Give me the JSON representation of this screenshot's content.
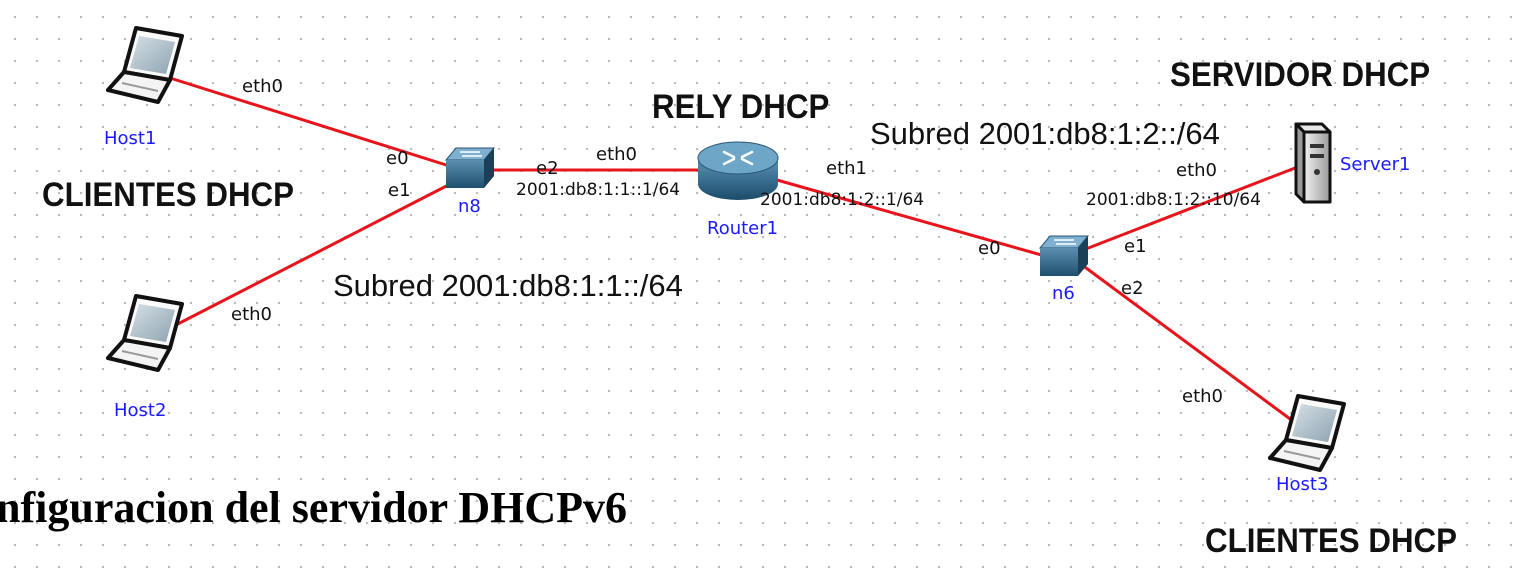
{
  "labels": {
    "clientes_left": "CLIENTES DHCP",
    "rely": "RELY DHCP",
    "servidor": "SERVIDOR DHCP",
    "clientes_right": "CLIENTES DHCP",
    "subnet1": "Subred 2001:db8:1:1::/64",
    "subnet2": "Subred 2001:db8:1:2::/64",
    "title": "nfiguracion del servidor DHCPv6"
  },
  "nodes": {
    "host1": "Host1",
    "host2": "Host2",
    "host3": "Host3",
    "n8": "n8",
    "n6": "n6",
    "router1": "Router1",
    "server1": "Server1"
  },
  "interfaces": {
    "host1_eth0": "eth0",
    "host2_eth0": "eth0",
    "host3_eth0": "eth0",
    "n8_e0": "e0",
    "n8_e1": "e1",
    "n8_e2": "e2",
    "router_eth0": "eth0",
    "router_eth1": "eth1",
    "n6_e0": "e0",
    "n6_e1": "e1",
    "n6_e2": "e2",
    "server_eth0": "eth0"
  },
  "addresses": {
    "router_eth0": "2001:db8:1:1::1/64",
    "router_eth1": "2001:db8:1:2::1/64",
    "server_eth0": "2001:db8:1:2::10/64"
  },
  "colors": {
    "link": "#e8141b",
    "node_label": "#1a1aff"
  }
}
